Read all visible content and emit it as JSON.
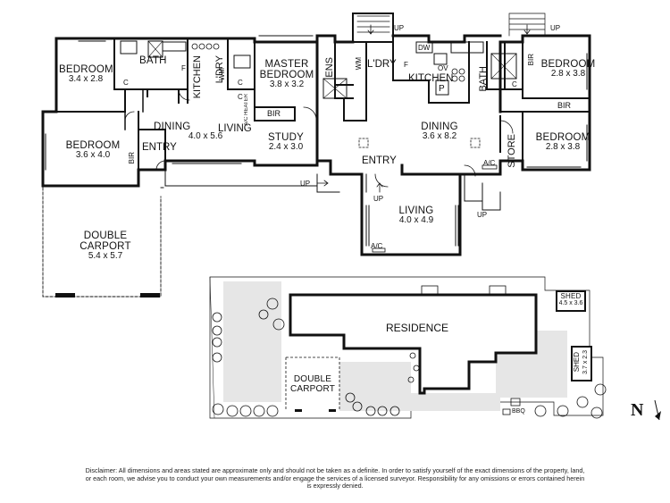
{
  "rooms": {
    "bedroom_nw": {
      "name": "BEDROOM",
      "dims": "3.4 x 2.8"
    },
    "bath_w": {
      "name": "BATH"
    },
    "kitchen_w": {
      "name": "KITCHEN"
    },
    "laundry_w": {
      "name": "L'DRY"
    },
    "bedroom_w2": {
      "name": "BEDROOM",
      "dims": "3.6 x 4.0"
    },
    "dining_w": {
      "name": "DINING",
      "dims": "4.0 x 5.6"
    },
    "living_w": {
      "name": "LIVING"
    },
    "entry_w": {
      "name": "ENTRY"
    },
    "master": {
      "name": "MASTER",
      "name2": "BEDROOM",
      "dims": "3.8 x 3.2"
    },
    "ens": {
      "name": "ENS"
    },
    "study": {
      "name": "STUDY",
      "dims": "2.4 x 3.0"
    },
    "laundry_e": {
      "name": "L'DRY"
    },
    "kitchen_e": {
      "name": "KITCHEN"
    },
    "bath_e": {
      "name": "BATH"
    },
    "bedroom_ne": {
      "name": "BEDROOM",
      "dims": "2.8 x 3.8"
    },
    "bedroom_e2": {
      "name": "BEDROOM",
      "dims": "2.8 x 3.8"
    },
    "dining_e": {
      "name": "DINING",
      "dims": "3.6 x 8.2"
    },
    "store": {
      "name": "STORE"
    },
    "entry_e": {
      "name": "ENTRY"
    },
    "living_e": {
      "name": "LIVING",
      "dims": "4.0 x 4.9"
    },
    "carport": {
      "name": "DOUBLE",
      "name2": "CARPORT",
      "dims": "5.4 x 5.7"
    }
  },
  "labels": {
    "bir": "BIR",
    "wm": "WM",
    "c": "C",
    "f": "F",
    "ov": "OV",
    "dw": "DW",
    "p": "P",
    "ac": "A/C",
    "ac_heater": "A/C HEATER",
    "up": "UP"
  },
  "site": {
    "residence": "RESIDENCE",
    "carport_1": "DOUBLE",
    "carport_2": "CARPORT",
    "shed1_name": "SHED",
    "shed1_dims": "4.5 x 3.6",
    "shed2_name": "SHED",
    "shed2_dims": "3.7 x 2.3",
    "bbq": "BBQ",
    "north": "N"
  },
  "disclaimer": "Disclaimer: All dimensions and areas stated are approximate only and should not be taken as a definite. In order to satisfy yourself of the exact dimensions of the property, land, or each room, we advise you to conduct your own measurements and/or engage the services of a licensed surveyor. Responsibility for any omissions or errors contained herein is expressly denied."
}
